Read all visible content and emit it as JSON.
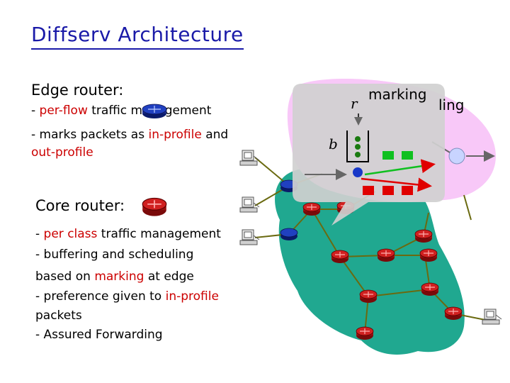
{
  "slide": {
    "title": "Diffserv Architecture",
    "edge_heading": "Edge router:",
    "edge_line1_a": "- ",
    "edge_line1_b": "per-flow",
    "edge_line1_c": " traffic management",
    "edge_line2_a": "- marks packets as ",
    "edge_line2_b": "in-profile",
    "edge_line2_c": " and",
    "edge_line3": "out-profile",
    "core_heading": "Core router:",
    "core_line1_a": "- ",
    "core_line1_b": "per class",
    "core_line1_c": " traffic management",
    "core_line2": "- buffering and scheduling",
    "core_line3_a": "based on ",
    "core_line3_b": "marking",
    "core_line3_c": " at edge",
    "core_line4_a": "- preference given to ",
    "core_line4_b": "in-profile",
    "core_line5": "packets",
    "core_line6": "- Assured Forwarding",
    "callout_r": "r",
    "callout_b": "b",
    "callout_marking": "marking",
    "callout_ling": "ling"
  },
  "colors": {
    "title": "#1a1aa8",
    "highlight": "#cc0000",
    "network_cloud": "#20a890",
    "edge_cloud": "#f8c8f8",
    "callout": "#d0d0d0",
    "router": "#c01818",
    "in_profile": "#10c020",
    "out_profile": "#e00000",
    "token": "#1838c8",
    "link": "#6a6a10"
  },
  "icons": [
    "router-icon",
    "host-icon",
    "token-bucket-icon",
    "packet-icon",
    "arrow-icon"
  ]
}
